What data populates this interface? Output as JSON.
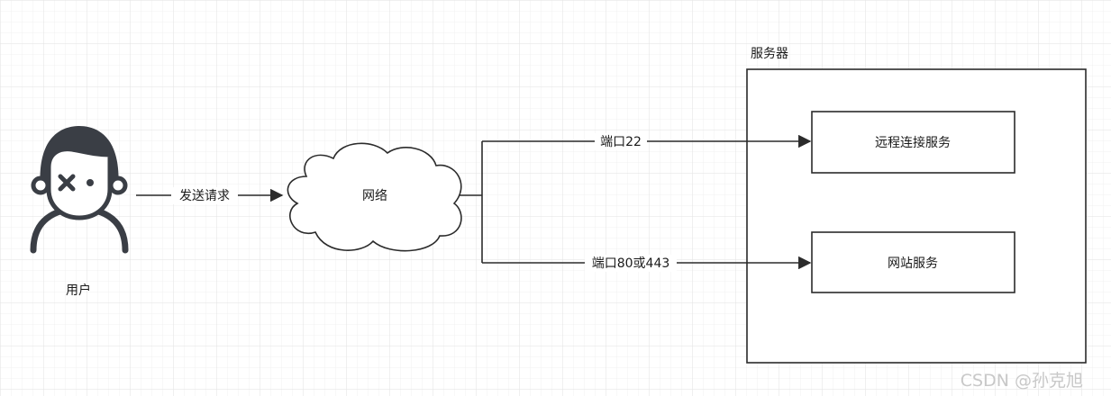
{
  "nodes": {
    "user": {
      "label": "用户"
    },
    "network": {
      "label": "网络"
    },
    "server": {
      "label": "服务器"
    },
    "remote_service": {
      "label": "远程连接服务"
    },
    "web_service": {
      "label": "网站服务"
    }
  },
  "edges": {
    "send_request": {
      "label": "发送请求"
    },
    "port_22": {
      "label": "端口22"
    },
    "port_80_443": {
      "label": "端口80或443"
    }
  },
  "watermark": {
    "text": "CSDN @孙克旭"
  },
  "colors": {
    "grid_minor": "#f0f0f0",
    "grid_major": "#dedede",
    "stroke": "#2b2b2b",
    "user_icon": "#3a3e45"
  },
  "icons": {
    "user_avatar": "person-icon-with-x-eye"
  }
}
